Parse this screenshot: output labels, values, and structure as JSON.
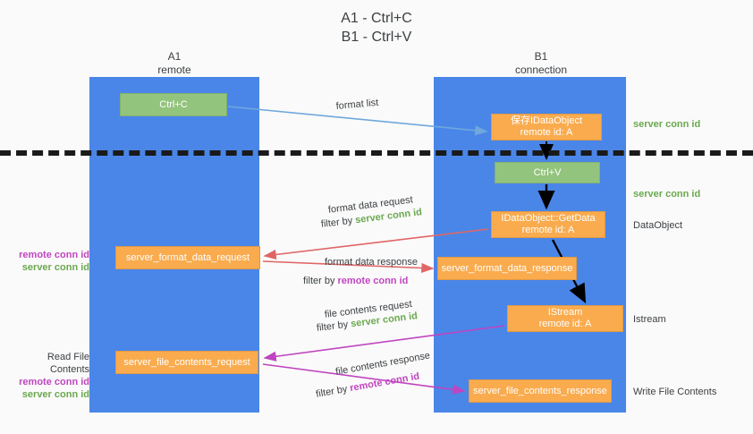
{
  "title": "A1 - Ctrl+C\nB1 - Ctrl+V",
  "colors": {
    "background": "#fafafa",
    "lane": "#4a86e8",
    "green_node": "#93c47d",
    "orange_node": "#f9ab4e",
    "server_conn": "#6aa84f",
    "remote_conn": "#c045c0",
    "divider": "#1a1a1a",
    "arrow_blue": "#6fa8dc",
    "arrow_red": "#e06666",
    "arrow_magenta": "#c045c0",
    "arrow_black": "#000000",
    "text": "#3c4043"
  },
  "lanes": [
    {
      "id": "a1",
      "title": "A1\nremote"
    },
    {
      "id": "b1",
      "title": "B1\nconnection"
    }
  ],
  "nodes": {
    "ctrl_c": "Ctrl+C",
    "save_dataobject": "保存IDataObject\nremote id: A",
    "ctrl_v": "Ctrl+V",
    "getdata": "IDataObject::GetData\nremote id: A",
    "server_format_data_request": "server_format_data_request",
    "server_format_data_response": "server_format_data_response",
    "istream": "IStream\nremote id: A",
    "server_file_contents_request": "server_file_contents_request",
    "server_file_contents_response": "server_file_contents_response"
  },
  "edge_labels": {
    "format_list": "format list",
    "format_data_request": "format data request",
    "format_data_response": "format data response",
    "file_contents_request": "file contents request",
    "file_contents_response": "file contents response",
    "filter_by": "filter by ",
    "server_conn_id": "server conn id",
    "remote_conn_id": "remote conn id"
  },
  "side_labels": {
    "server_conn_id_top": "server conn id",
    "server_conn_id_mid": "server conn id",
    "dataobject": "DataObject",
    "istream": "Istream",
    "write_file_contents": "Write File Contents",
    "read_file_contents": "Read File Contents",
    "remote_conn_id": "remote conn id",
    "server_conn_id": "server conn id"
  }
}
